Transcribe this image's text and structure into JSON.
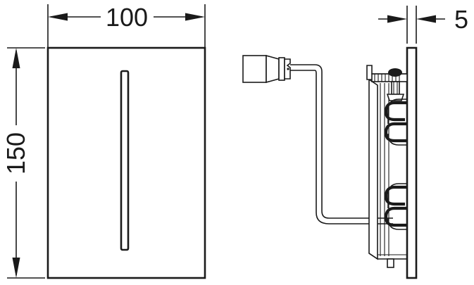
{
  "drawing": {
    "title": "Flush plate technical drawing",
    "background_color": "#ffffff",
    "line_color": "#1a1a1a",
    "dimensions": {
      "width": {
        "value": "100",
        "label": "100",
        "unit_implied": "mm",
        "orientation": "horizontal",
        "position": "top-left-view"
      },
      "height": {
        "value": "150",
        "label": "150",
        "unit_implied": "mm",
        "orientation": "vertical-rotated",
        "position": "left-of-front-view"
      },
      "depth": {
        "value": "5",
        "label": "5",
        "unit_implied": "mm",
        "orientation": "horizontal",
        "position": "top-right-view"
      }
    },
    "views": {
      "front": {
        "name": "front-view",
        "shape": "rectangle",
        "feature": "vertical-sensor-slot"
      },
      "side": {
        "name": "side-section-view",
        "parts": [
          "sensor-connector",
          "cable-tube",
          "mounting-bracket",
          "clip-upper",
          "clip-lower",
          "wall-plate",
          "fixing-screw"
        ]
      }
    }
  }
}
